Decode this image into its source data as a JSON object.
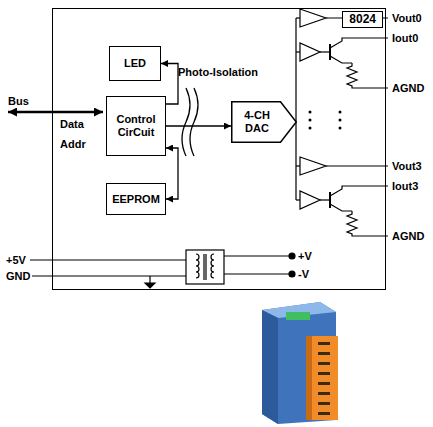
{
  "diagram": {
    "nodes": [
      {
        "text": [
          "8024"
        ]
      },
      {
        "text": [
          "LED"
        ],
        "in": 0
      },
      {
        "text": [
          "Control CirCuit"
        ],
        "in": 0
      },
      {
        "text": [
          "EEPROM"
        ],
        "in": 0
      },
      {
        "text": [
          "4-CH DAC"
        ],
        "in": 0
      }
    ],
    "edges": [
      {
        "from": 2,
        "to": 1,
        "arrow": "to"
      },
      {
        "from": 2,
        "to": 3,
        "arrow": "both"
      },
      {
        "from": 2,
        "to": 4,
        "arrow": "to"
      }
    ],
    "labels": [
      "Bus",
      "Data",
      "Addr",
      "Photo-Isolation",
      "Vout0",
      "Iout0",
      "AGND",
      "Vout3",
      "Iout3",
      "AGND",
      "+5V",
      "GND",
      "+V",
      "-V"
    ]
  }
}
